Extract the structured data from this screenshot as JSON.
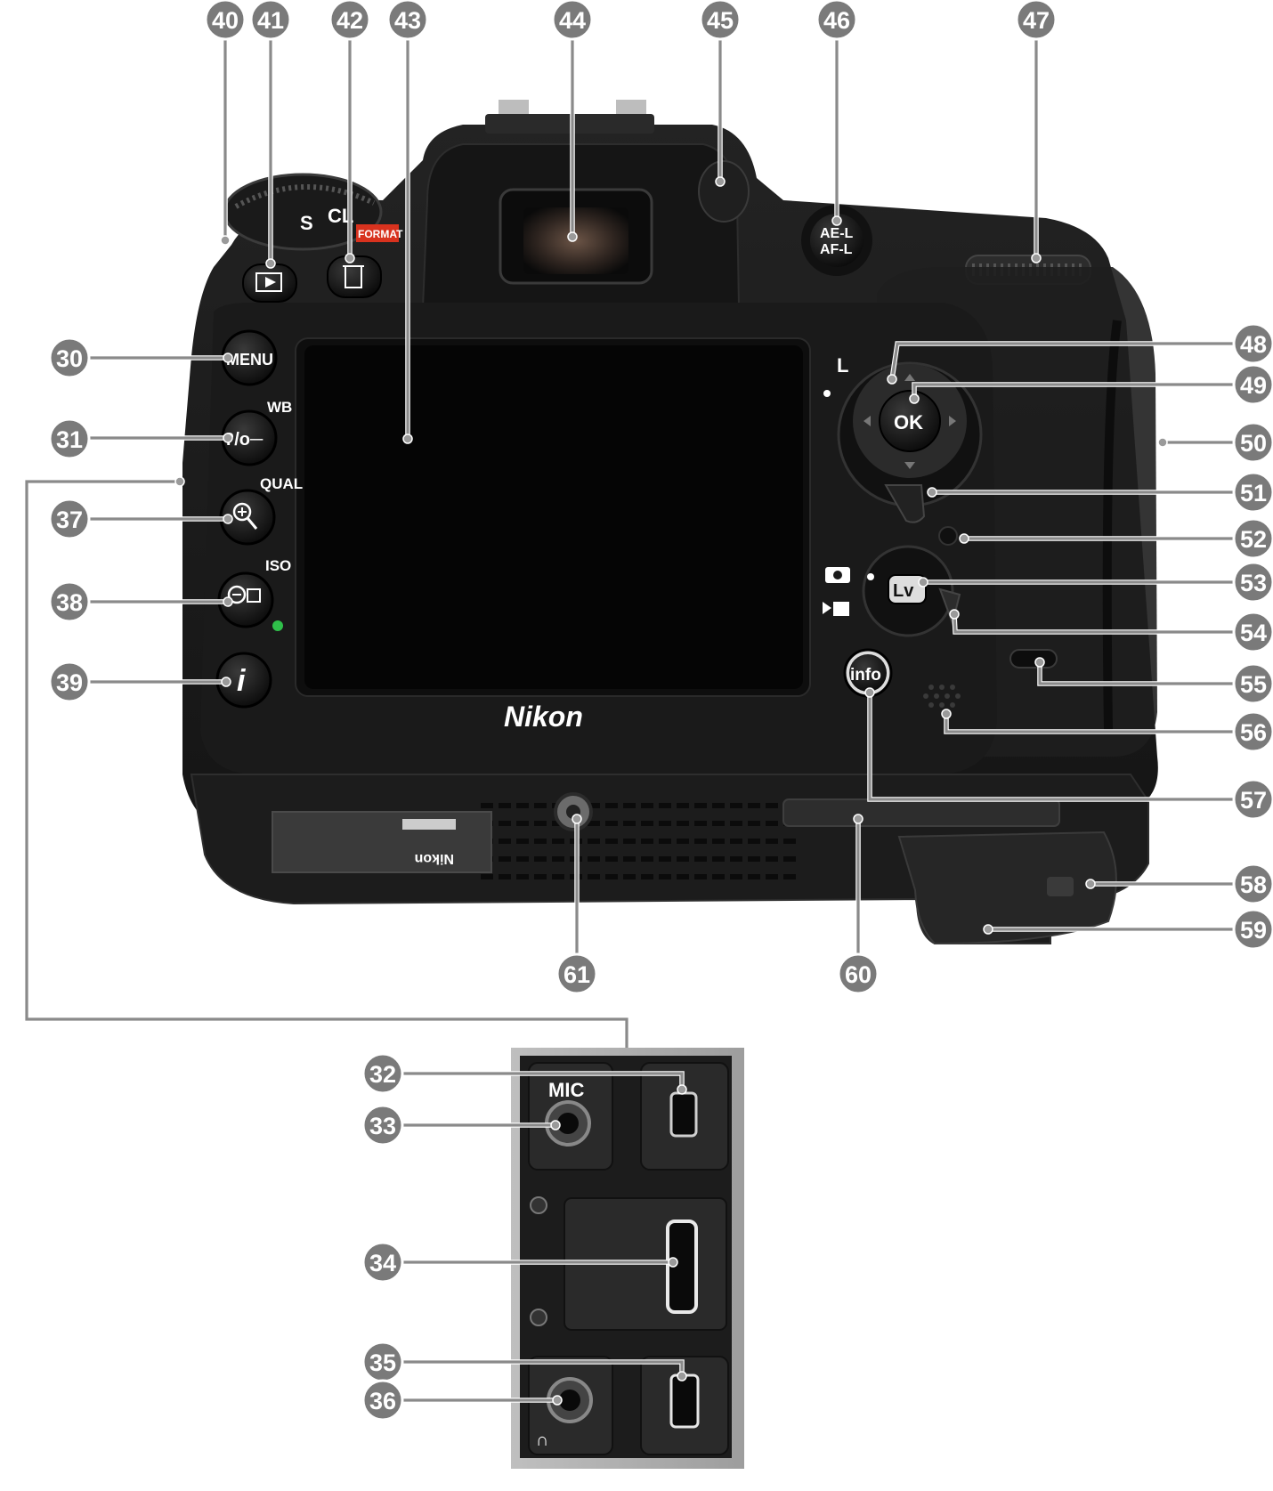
{
  "callouts": {
    "c30": "30",
    "c31": "31",
    "c32": "32",
    "c33": "33",
    "c34": "34",
    "c35": "35",
    "c36": "36",
    "c37": "37",
    "c38": "38",
    "c39": "39",
    "c40": "40",
    "c41": "41",
    "c42": "42",
    "c43": "43",
    "c44": "44",
    "c45": "45",
    "c46": "46",
    "c47": "47",
    "c48": "48",
    "c49": "49",
    "c50": "50",
    "c51": "51",
    "c52": "52",
    "c53": "53",
    "c54": "54",
    "c55": "55",
    "c56": "56",
    "c57": "57",
    "c58": "58",
    "c59": "59",
    "c60": "60",
    "c61": "61"
  },
  "camera_labels": {
    "menu": "MENU",
    "help_protect": "?/o─",
    "wb": "WB",
    "qual": "QUAL",
    "iso": "ISO",
    "info_i": "i",
    "info_button": "info",
    "ok": "OK",
    "lv": "Lv",
    "ael": "AE-L",
    "afl": "AF-L",
    "lock_l": "L",
    "brand": "Nikon",
    "format": "FORMAT",
    "dial_s": "S",
    "dial_cl": "CL",
    "mic": "MIC",
    "bottom_brand": "Nikon"
  },
  "colors": {
    "callout_fill": "#7a7a7a",
    "leader": "#8a8a8a",
    "body": "#1b1b1b",
    "lcd": "#050505",
    "format_red": "#d8321e"
  }
}
